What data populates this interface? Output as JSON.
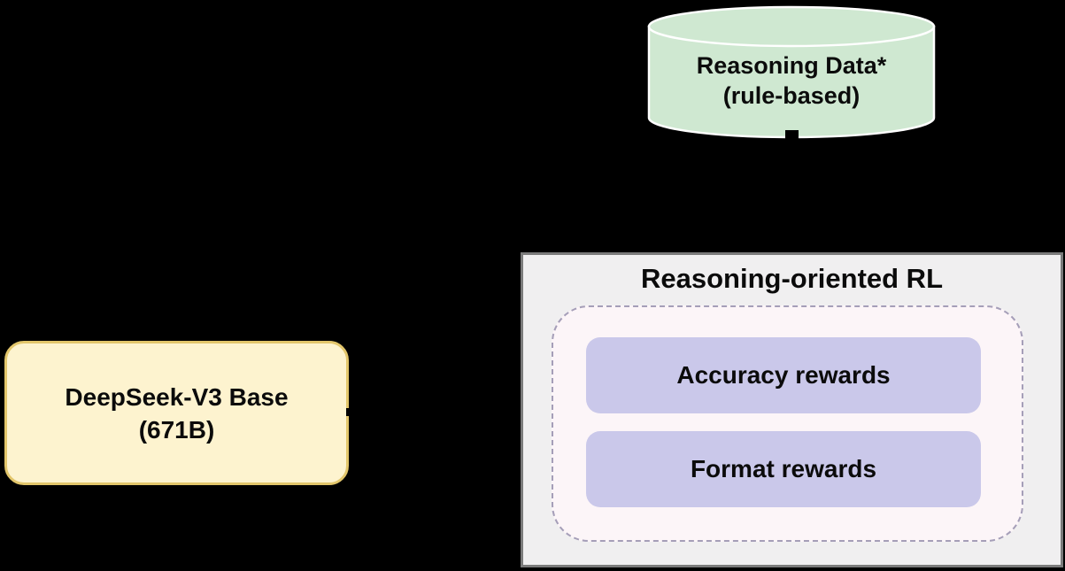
{
  "diagram": {
    "background_color": "#000000",
    "data_store": {
      "line1": "Reasoning Data*",
      "line2": "(rule-based)",
      "fill_color": "#cfe8d1",
      "stroke_color": "#ffffff"
    },
    "base_model": {
      "line1": "DeepSeek-V3 Base",
      "line2": "(671B)",
      "fill_color": "#fdf3cf",
      "border_color": "#e3c66b"
    },
    "rl_stage": {
      "title": "Reasoning-oriented RL",
      "fill_color": "#f0eff0",
      "border_color": "#7b7b7b",
      "rewards_group": {
        "fill_color": "#fcf5f8",
        "border_color": "#a59eb8"
      },
      "rewards": [
        {
          "label": "Accuracy rewards"
        },
        {
          "label": "Format rewards"
        }
      ],
      "reward_fill_color": "#cac8ea"
    }
  }
}
